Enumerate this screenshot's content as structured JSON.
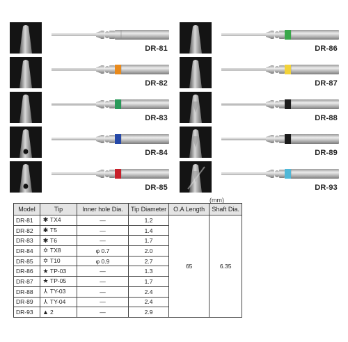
{
  "products": {
    "left": [
      {
        "model": "DR-81",
        "ring": null,
        "tip_icon": "torx-tip-icon"
      },
      {
        "model": "DR-82",
        "ring": "#e98a1c",
        "tip_icon": "torx-tip-icon"
      },
      {
        "model": "DR-83",
        "ring": "#2a9a5a",
        "tip_icon": "torx-tip-icon"
      },
      {
        "model": "DR-84",
        "ring": "#2548a8",
        "tip_icon": "security-torx-tip-icon"
      },
      {
        "model": "DR-85",
        "ring": "#c8202a",
        "tip_icon": "security-torx-tip-icon"
      }
    ],
    "right": [
      {
        "model": "DR-86",
        "ring": "#3aa84a",
        "tip_icon": "pentalobe-tip-icon"
      },
      {
        "model": "DR-87",
        "ring": "#f2d23a",
        "tip_icon": "pentalobe-tip-icon"
      },
      {
        "model": "DR-88",
        "ring": "#1c1c1c",
        "tip_icon": "tri-wing-tip-icon"
      },
      {
        "model": "DR-89",
        "ring": "#1c1c1c",
        "tip_icon": "tri-wing-tip-icon"
      },
      {
        "model": "DR-93",
        "ring": "#4fb8d8",
        "tip_icon": "triangle-tip-icon"
      }
    ]
  },
  "table": {
    "unit": "(mm)",
    "headers": [
      "Model",
      "Tip",
      "Inner hole Dia.",
      "Tip Diameter",
      "O.A Length",
      "Shaft Dia."
    ],
    "oa_length": "65",
    "shaft_dia": "6.35",
    "rows": [
      {
        "model": "DR-81",
        "glyph": "✱",
        "tip": "TX4",
        "inner": "—",
        "tip_dia": "1.2"
      },
      {
        "model": "DR-82",
        "glyph": "✱",
        "tip": "T5",
        "inner": "—",
        "tip_dia": "1.4"
      },
      {
        "model": "DR-83",
        "glyph": "✱",
        "tip": "T6",
        "inner": "—",
        "tip_dia": "1.7"
      },
      {
        "model": "DR-84",
        "glyph": "✡",
        "tip": "TX8",
        "inner": "φ 0.7",
        "tip_dia": "2.0"
      },
      {
        "model": "DR-85",
        "glyph": "✡",
        "tip": "T10",
        "inner": "φ 0.9",
        "tip_dia": "2.7"
      },
      {
        "model": "DR-86",
        "glyph": "★",
        "tip": "TP-03",
        "inner": "—",
        "tip_dia": "1.3"
      },
      {
        "model": "DR-87",
        "glyph": "★",
        "tip": "TP-05",
        "inner": "—",
        "tip_dia": "1.7"
      },
      {
        "model": "DR-88",
        "glyph": "⅄",
        "tip": "TY-03",
        "inner": "—",
        "tip_dia": "2.4"
      },
      {
        "model": "DR-89",
        "glyph": "⅄",
        "tip": "TY-04",
        "inner": "—",
        "tip_dia": "2.4"
      },
      {
        "model": "DR-93",
        "glyph": "▲",
        "tip": "2",
        "inner": "—",
        "tip_dia": "2.9"
      }
    ]
  }
}
